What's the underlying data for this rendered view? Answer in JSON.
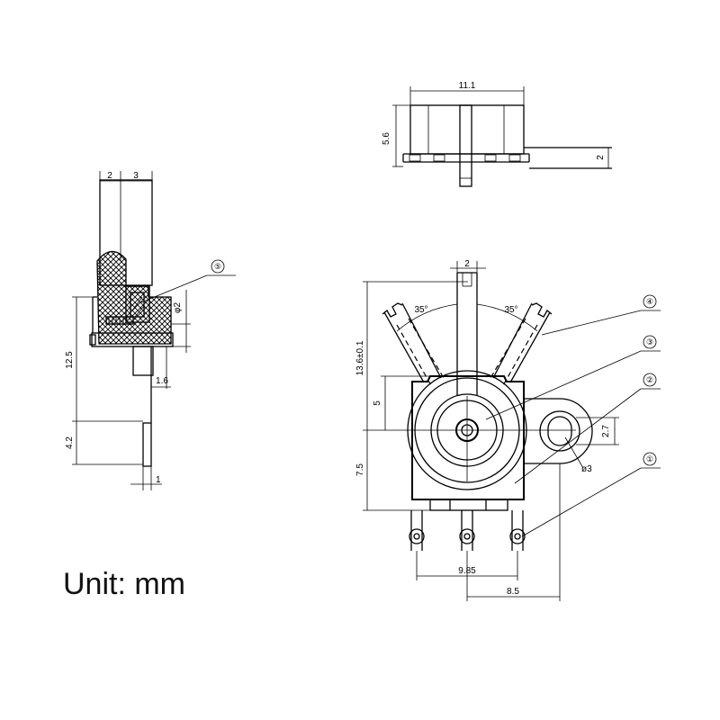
{
  "unit_label": "Unit: mm",
  "top_view": {
    "width": "11.1",
    "height": "5.6",
    "tab": "2"
  },
  "side_view": {
    "w1": "2",
    "w2": "3",
    "h_main": "12.5",
    "h_pin": "4.2",
    "hole": "φ2",
    "tab": "1.6",
    "pin": "1"
  },
  "front_view": {
    "shaft": "2",
    "angle_left": "35°",
    "angle_right": "35°",
    "height_total": "13.6±0.1",
    "h_upper": "5",
    "h_lower": "7.5",
    "hole_pitch": "2.7",
    "hole_dia": "ø3",
    "pin_pitch": "9.85",
    "offset": "8.5"
  },
  "callouts": [
    "①",
    "②",
    "③",
    "④",
    "⑤"
  ]
}
